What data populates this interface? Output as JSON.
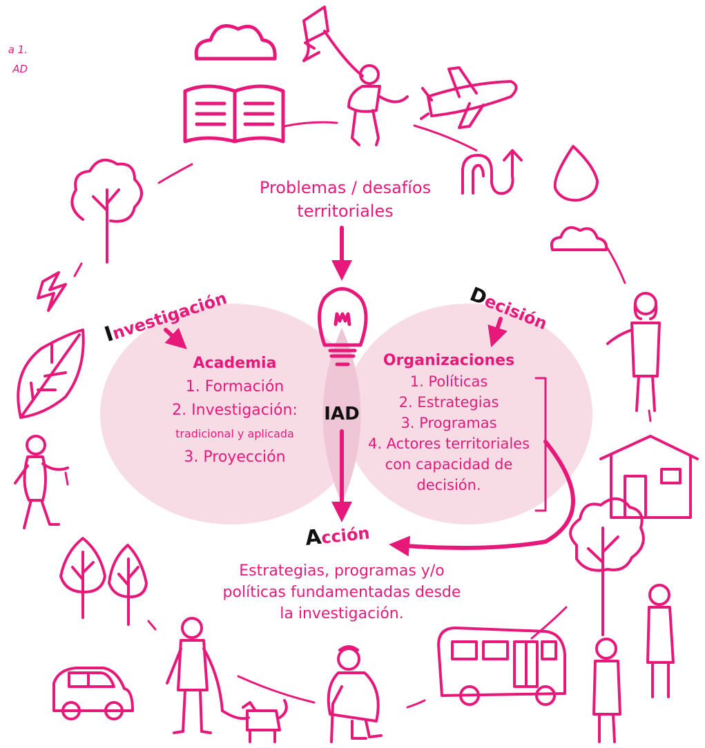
{
  "caption": {
    "line1": "a 1.",
    "line2": "AD"
  },
  "problem": {
    "line1": "Problemas / desafíos",
    "line2": "territoriales"
  },
  "labels": {
    "investigacion_cap": "I",
    "investigacion_rest": "nvestigación",
    "decision_cap": "D",
    "decision_rest": "ecisión",
    "accion_cap": "A",
    "accion_rest": "cción",
    "center": "IAD"
  },
  "academia": {
    "title": "Academia",
    "items": [
      "1. Formación",
      "2. Investigación:",
      "tradicional y aplicada",
      "3. Proyección"
    ]
  },
  "organizaciones": {
    "title": "Organizaciones",
    "items": [
      "1. Políticas",
      "2. Estrategias",
      "3. Programas",
      "4. Actores territoriales",
      "con capacidad de",
      "decisión."
    ]
  },
  "accion_text": {
    "line1": "Estrategias, programas y/o",
    "line2": "políticas fundamentadas desde",
    "line3": "la investigación."
  },
  "colors": {
    "accent": "#e6197a",
    "ellipse_fill": "#f7dbe5",
    "overlap_fill": "#efc6d5",
    "ink_dark": "#111111"
  },
  "icons": [
    "book-icon",
    "cloud-icon",
    "kite-icon",
    "kite-flyer-icon",
    "airplane-icon",
    "arrow-path-icon",
    "water-drop-icon",
    "tree-icon",
    "lightning-icon",
    "leaf-icon",
    "walking-person-icon",
    "woman-icon",
    "house-icon",
    "lightbulb-icon",
    "trees-icon",
    "car-icon",
    "person-with-dog-icon",
    "elderly-person-icon",
    "bus-icon",
    "people-icon"
  ]
}
